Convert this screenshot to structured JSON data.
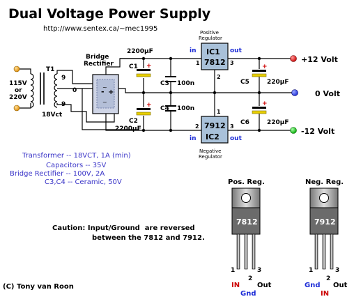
{
  "title": "Dual Voltage Power Supply",
  "url": "http://www.sentex.ca/~mec1995",
  "transformer": {
    "ref": "T1",
    "primary_voltage": "115V",
    "or": "or",
    "primary_voltage_alt": "220V",
    "secondary": "18Vct",
    "tap_top": "9",
    "tap_mid": "0",
    "tap_bot": "9"
  },
  "bridge": {
    "label_line1": "Bridge",
    "label_line2": "Rectifier"
  },
  "caps": {
    "c1": "C1",
    "c1_value": "2200µF",
    "c2": "C2",
    "c2_value": "2200µF",
    "c3": "C3",
    "c3_value": "100n",
    "c4": "C4",
    "c4_value": "100n",
    "c5": "C5",
    "c5_value": "220µF",
    "c6": "C6",
    "c6_value": "220µF"
  },
  "ic1": {
    "label_top": "Positive",
    "label_bot": "Regulator",
    "ref": "IC1",
    "part": "7812",
    "in": "in",
    "out": "out",
    "pin1": "1",
    "pin2": "2",
    "pin3": "3"
  },
  "ic2": {
    "label_top": "Negative",
    "label_bot": "Regulator",
    "ref": "IC2",
    "part": "7912",
    "in": "in",
    "out": "out",
    "pin1": "1",
    "pin2": "2",
    "pin3": "3"
  },
  "outputs": {
    "pos": "+12 Volt",
    "zero": "0 Volt",
    "neg": "-12 Volt"
  },
  "specs": [
    "Transformer -- 18VCT, 1A (min)",
    "Capacitors -- 35V",
    "Bridge Rectifier -- 100V, 2A",
    "C3,C4 -- Ceramic, 50V"
  ],
  "caution_line1": "Caution: Input/Ground  are reversed",
  "caution_line2": "between the 7812 and 7912.",
  "copyright": "(C) Tony van Roon",
  "pos_pkg": {
    "title": "Pos. Reg.",
    "part": "7812",
    "p1": "1",
    "p2": "2",
    "p3": "3",
    "l1": "IN",
    "l2": "Gnd",
    "l3": "Out"
  },
  "neg_pkg": {
    "title": "Neg. Reg.",
    "part": "7912",
    "p1": "1",
    "p2": "2",
    "p3": "3",
    "l1": "Gnd",
    "l2": "IN",
    "l3": "Out"
  },
  "colors": {
    "red": "#cc0000",
    "blue": "#1a2ad6",
    "green": "#00b300",
    "orange": "#e89a00",
    "ic_fill": "#a9c1d9",
    "spec_text": "#3b36c8"
  }
}
